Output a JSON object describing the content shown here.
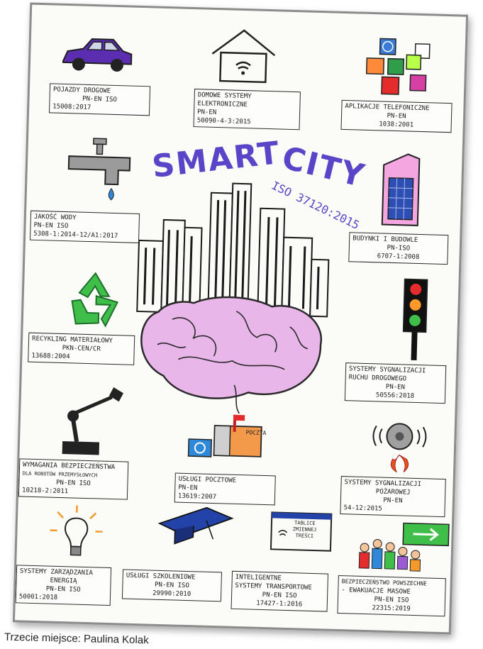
{
  "title": {
    "smart": "SMART",
    "city": "CITY",
    "iso": "ISO 37120:2015"
  },
  "caption": "Trzecie miejsce: Paulina Kolak",
  "labels": {
    "road_vehicles": [
      "POJAZDY DROGOWE",
      "PN-EN ISO",
      "15008:2017"
    ],
    "home_systems": [
      "DOMOWE SYSTEMY",
      "ELEKTRONICZNE",
      "PN-EN",
      "50090-4-3:2015"
    ],
    "phone_apps": [
      "APLIKACJE TELEFONICZNE",
      "PN-EN",
      "1038:2001"
    ],
    "water_quality": [
      "JAKOŚĆ WODY",
      "PN-EN ISO",
      "5308-1:2014-12/A1:2017"
    ],
    "buildings": [
      "BUDYNKI I BUDOWLE",
      "PN-ISO",
      "6707-1:2008"
    ],
    "recycling": [
      "RECYKLING MATERIAŁOWY",
      "PKN-CEN/CR",
      "13688:2004"
    ],
    "traffic_signals": [
      "SYSTEMY SYGNALIZACJI",
      "RUCHU DROGOWEGO",
      "PN-EN",
      "50556:2018"
    ],
    "robot_safety": [
      "WYMAGANIA BEZPIECZEŃSTWA",
      "DLA ROBOTÓW PRZEMYSŁOWYCH",
      "PN-EN ISO",
      "10218-2:2011"
    ],
    "postal": [
      "USŁUGI POCZTOWE",
      "PN-EN",
      "13619:2007"
    ],
    "fire_alarm": [
      "SYSTEMY SYGNALIZACJI",
      "POŻAROWEJ",
      "PN-EN",
      "54-12:2015"
    ],
    "energy": [
      "SYSTEMY ZARZĄDZANIA",
      "ENERGIĄ",
      "PN-EN ISO",
      "50001:2018"
    ],
    "training": [
      "USŁUGI SZKOLENIOWE",
      "PN-EN ISO",
      "29990:2010"
    ],
    "transport": [
      "INTELIGENTNE",
      "SYSTEMY TRANSPORTOWE",
      "PN-EN ISO",
      "17427-1:2016"
    ],
    "evacuation": [
      "BEZPIECZEŃSTWO POWSZECHNE",
      "- EWAKUACJE MASOWE",
      "PN-EN ISO",
      "22315:2019"
    ]
  },
  "mailbox_text": "POCZTA",
  "sign_text": [
    "TABLICE",
    "ZMIENNEJ",
    "TREŚCI"
  ]
}
